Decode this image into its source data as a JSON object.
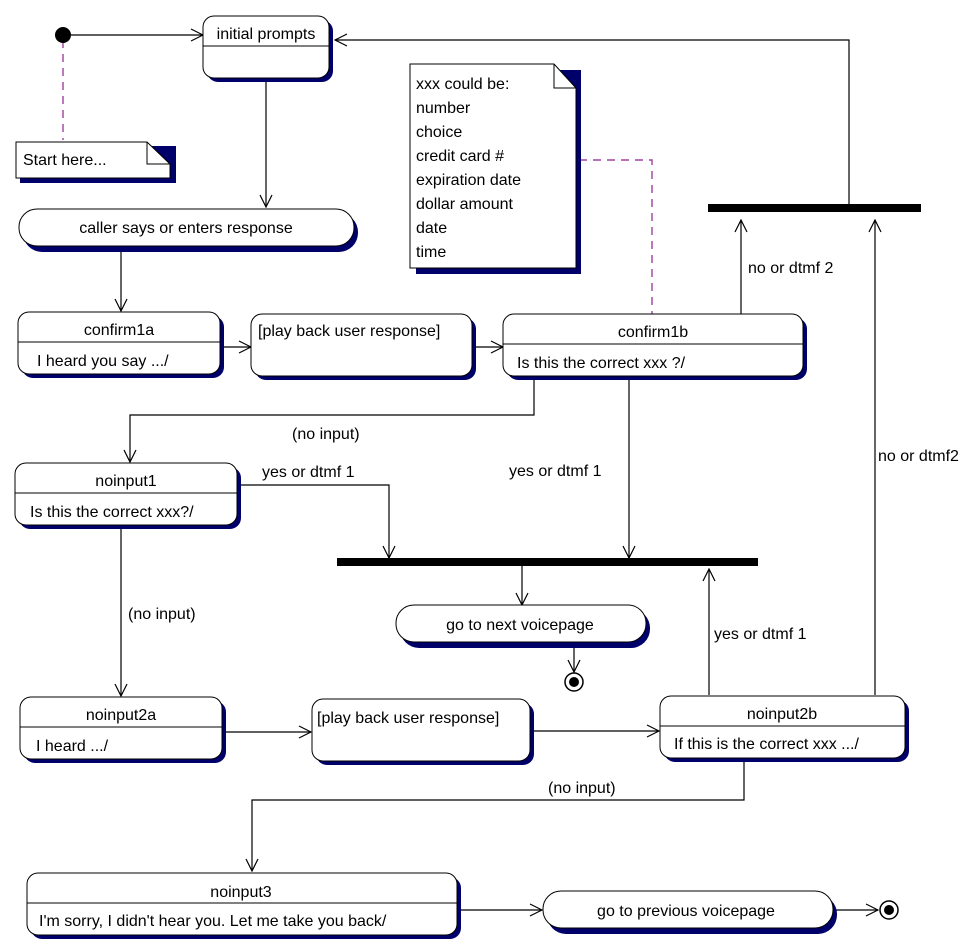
{
  "start_note": "Start here...",
  "xxx_note": {
    "lines": [
      "xxx could be:",
      "number",
      "choice",
      "credit card #",
      "expiration date",
      "dollar amount",
      "date",
      "time"
    ]
  },
  "states": {
    "initial_prompts": "initial prompts",
    "caller_response": "caller says or enters response",
    "confirm1a": {
      "name": "confirm1a",
      "action": "I heard you say .../"
    },
    "playback1": "[play back user response]",
    "confirm1b": {
      "name": "confirm1b",
      "action": "Is this the correct xxx ?/"
    },
    "noinput1": {
      "name": "noinput1",
      "action": "Is this the correct xxx?/"
    },
    "next_voicepage": "go to next voicepage",
    "noinput2a": {
      "name": "noinput2a",
      "action": "I heard .../"
    },
    "playback2": "[play back user response]",
    "noinput2b": {
      "name": "noinput2b",
      "action": "If this is the correct xxx .../"
    },
    "noinput3": {
      "name": "noinput3",
      "action": "I'm sorry, I didn't hear you. Let me take you back/"
    },
    "previous_voicepage": "go to previous voicepage"
  },
  "transitions": {
    "no_or_dtmf_2": "no or dtmf 2",
    "no_input_1": "(no input)",
    "yes_or_dtmf_1_a": "yes or dtmf 1",
    "yes_or_dtmf_1_b": "yes or dtmf 1",
    "no_or_dtmf2": "no or dtmf2",
    "no_input_2": "(no input)",
    "yes_or_dtmf_1_c": "yes or dtmf 1",
    "no_input_3": "(no input)"
  }
}
